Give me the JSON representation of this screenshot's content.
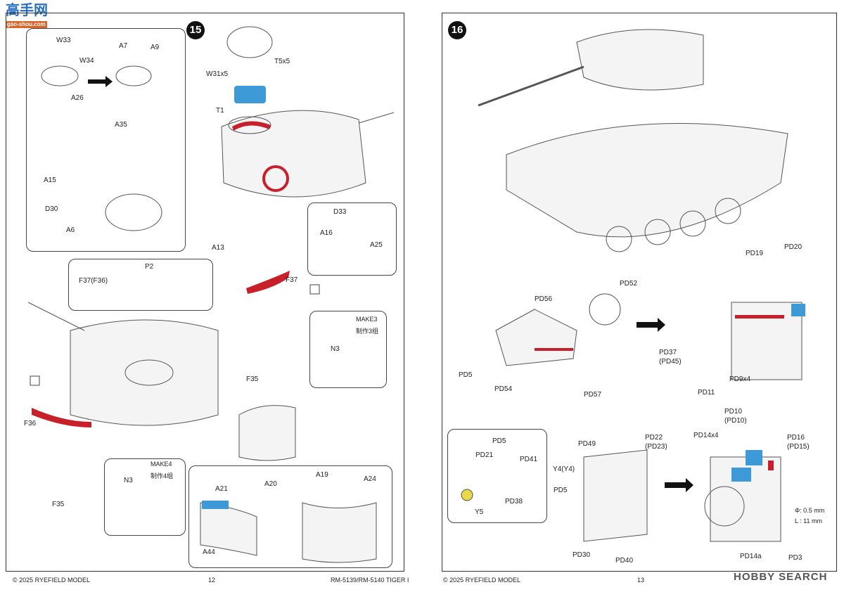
{
  "watermarks": {
    "top_left": "高手网",
    "top_left_url": "gao-shou.com",
    "bottom_right": "HOBBY SEARCH"
  },
  "page12": {
    "step": "15",
    "labels": [
      "W33",
      "W34",
      "A26",
      "A7",
      "A9",
      "A35",
      "A15",
      "D30",
      "A6",
      "W31x5",
      "T5x5",
      "T1",
      "A13",
      "D33",
      "A16",
      "A25",
      "P2",
      "F37(F36)",
      "F37",
      "N3",
      "MAKE3",
      "制作3组",
      "F35",
      "F36",
      "F35",
      "MAKE4",
      "制作4组",
      "N3",
      "A21",
      "A20",
      "A19",
      "A24",
      "A44"
    ],
    "footer": {
      "copyright": "© 2025 RYEFIELD MODEL",
      "page": "12",
      "product": "RM-5139/RM-5140 TIGER I"
    }
  },
  "page13": {
    "step": "16",
    "labels": [
      "PD19",
      "PD20",
      "PD52",
      "PD56",
      "PD37",
      "(PD45)",
      "PD5",
      "PD54",
      "PD57",
      "PD11",
      "PD9x4",
      "PD22",
      "(PD23)",
      "PD49",
      "PD10",
      "(PD10)",
      "PD14x4",
      "PD16",
      "(PD15)",
      "PD5",
      "PD21",
      "PD41",
      "Y4(Y4)",
      "PD5",
      "PD38",
      "Y5",
      "PD30",
      "PD40",
      "PD14a",
      "PD3",
      "Φ: 0.5 mm",
      "L : 11 mm"
    ],
    "footer": {
      "copyright": "© 2025 RYEFIELD MODEL",
      "page": "13"
    }
  },
  "colors": {
    "part_blue": "#3d9ad6",
    "part_red": "#c8202a",
    "part_yellow": "#e8d84a"
  }
}
